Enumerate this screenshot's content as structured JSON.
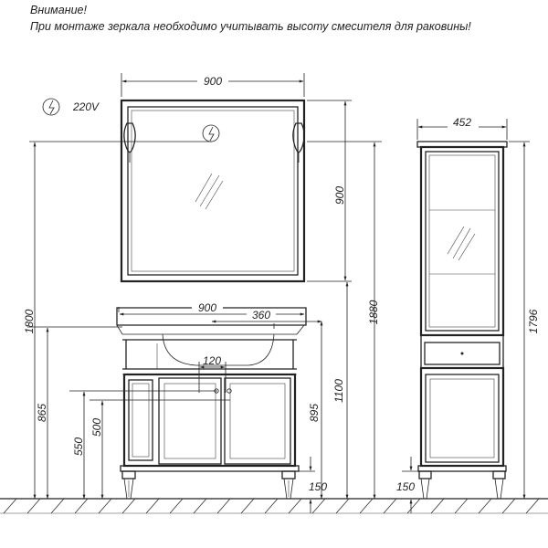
{
  "notes": {
    "title": "Внимание!",
    "text": "При монтаже зеркала необходимо учитывать высоту смесителя для раковины!"
  },
  "power": {
    "voltage": "220V",
    "icon": "electric-socket-icon"
  },
  "dimensions": {
    "mirror_width": "900",
    "mirror_height": "900",
    "overall_height_left": "1800",
    "overall_height_right": "1880",
    "cabinet_width": "900",
    "basin_depth": "360",
    "drain_width": "120",
    "cabinet_height": "865",
    "pipe_height_500": "500",
    "pipe_height_550": "550",
    "countertop_height": "895",
    "mirror_bottom_height": "1100",
    "leg_height": "150",
    "column_width": "452",
    "column_height": "1796",
    "column_leg_height": "150"
  },
  "colors": {
    "line": "#222222",
    "background": "#ffffff"
  }
}
